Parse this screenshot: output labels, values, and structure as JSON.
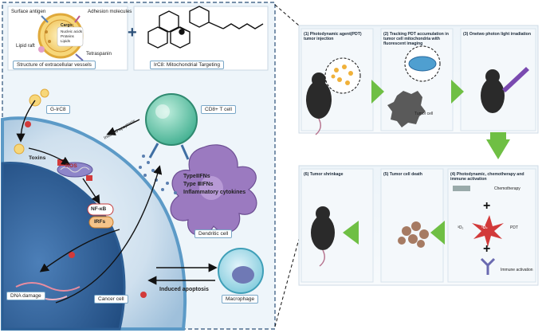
{
  "left_panel": {
    "ev_title": "Structure of extracellular vessels",
    "irc8_title": "IrC8: Mitochondrial Targeting",
    "ev_labels": {
      "surface_antigen": "Surface antigen",
      "adhesion": "Adhesion molecules",
      "cargo_head": "Cargo:",
      "cargo_1": "Nucleic acids",
      "cargo_2": "Proteins",
      "cargo_3": "Lipids",
      "lipid_raft": "Lipid raft",
      "tetraspanin": "Tetraspanin"
    },
    "plus": "+",
    "g_irc8": "G-IrC8",
    "toxins": "Toxins",
    "ros": "ROS",
    "nfkb": "NF-κB",
    "irfs": "IRFs",
    "cd8": "CD8+ T cell",
    "induced_apoptosis_top": "Induced apoptosis",
    "ifn_1": "TypeⅠIFNs",
    "ifn_2": "Type ⅡIFNs",
    "ifn_3": "Inflammatory cytokines",
    "dendritic": "Dendritic cell",
    "dna_damage": "DNA damage",
    "cancer_cell": "Cancer cell",
    "induced_apoptosis": "Induced apoptosis",
    "macrophage": "Macrophage"
  },
  "right_panel": {
    "steps": [
      "(1) Photodynamic agent(PDT) tumor injection",
      "(2) Tracking PDT accumulation in tumor cell mitochondria with fluorescent imaging",
      "(3) Onetwo photon light irradiation",
      "(4) Photodynamic, chemotherapy and immune activation",
      "(5) Tumor cell death",
      "(6) Tumor shrinkage"
    ],
    "tumor_cell": "Tumor cell",
    "chemotherapy": "Chemotherapy",
    "pdt": "PDT",
    "o2_left": "³O₂",
    "o2_right": "¹O₂",
    "plus": "+",
    "immune_activation": "Immune activation"
  },
  "colors": {
    "panel_bg": "#e9f2f8",
    "cell_blue": "#3f6fa3",
    "arrow_green": "#6fbf44",
    "tcell_green": "#3fae8f",
    "dendritic_purple": "#8f6fb0",
    "ros_red": "#d23a3a"
  },
  "icons": [
    "mouse-icon",
    "laser-icon",
    "antibody-icon",
    "mitochondria-icon"
  ]
}
